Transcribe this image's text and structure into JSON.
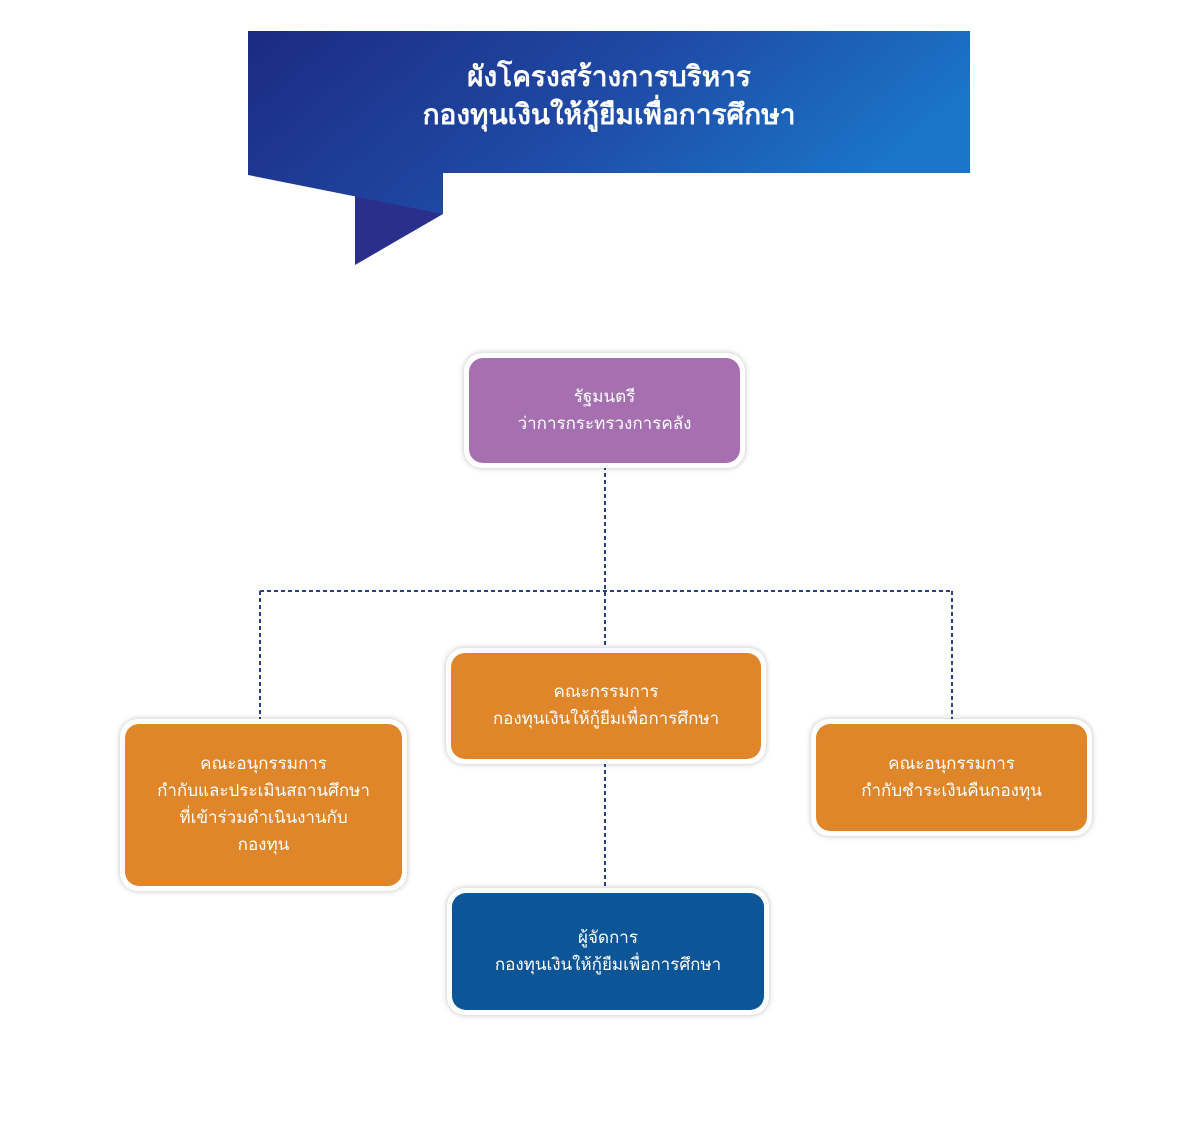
{
  "title": {
    "line1": "ผังโครงสร้างการบริหาร",
    "line2": "กองทุนเงินให้กู้ยืมเพื่อการศึกษา"
  },
  "nodes": {
    "minister": {
      "line1": "รัฐมนตรี",
      "line2": "ว่าการกระทรวงการคลัง"
    },
    "committee": {
      "line1": "คณะกรรมการ",
      "line2": "กองทุนเงินให้กู้ยืมเพื่อการศึกษา"
    },
    "subcommittee_institutions": {
      "line1": "คณะอนุกรรมการ",
      "line2": "กำกับและประเมินสถานศึกษา",
      "line3": "ที่เข้าร่วมดำเนินงานกับ",
      "line4": "กองทุน"
    },
    "subcommittee_repayment": {
      "line1": "คณะอนุกรรมการ",
      "line2": "กำกับชำระเงินคืนกองทุน"
    },
    "manager": {
      "line1": "ผู้จัดการ",
      "line2": "กองทุนเงินให้กู้ยืมเพื่อการศึกษา"
    }
  },
  "colors": {
    "banner_dark": "#1c2a82",
    "banner_light": "#1a6cc0",
    "minister": "#a66fb0",
    "committee": "#e0862a",
    "manager": "#0c5597",
    "connector": "#2b3e8c"
  }
}
